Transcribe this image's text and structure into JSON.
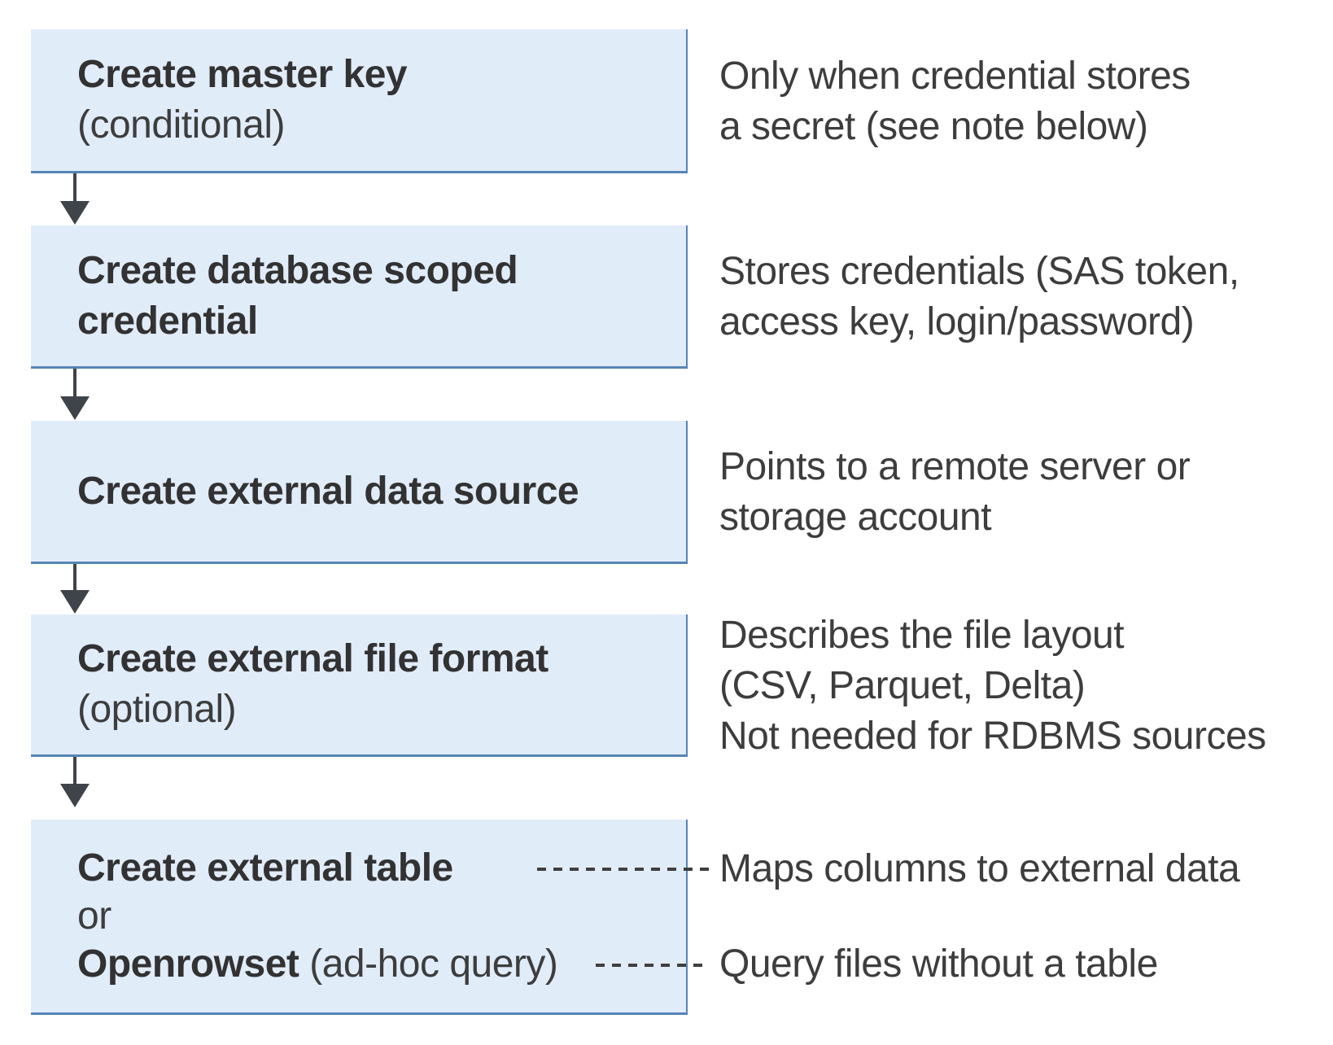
{
  "colors": {
    "box_fill": "#e1ecf9",
    "box_border": "#5585b5",
    "arrow": "#3f444b",
    "dash": "#3f3f3f",
    "text": "#3d3d3d",
    "bold_text": "#323232"
  },
  "boxes": [
    {
      "name": "create-master-key",
      "lines": [
        {
          "bold": "Create master key"
        },
        {
          "regular": "(conditional)"
        }
      ]
    },
    {
      "name": "create-database-scoped-credential",
      "lines": [
        {
          "bold": "Create database scoped"
        },
        {
          "bold": "credential"
        }
      ]
    },
    {
      "name": "create-external-data-source",
      "lines": [
        {
          "bold": "Create external data source"
        }
      ]
    },
    {
      "name": "create-external-file-format",
      "lines": [
        {
          "bold": "Create external file format"
        },
        {
          "regular": "(optional)"
        }
      ]
    },
    {
      "name": "create-external-table-or-openrowset",
      "lines": [
        {
          "bold": "Create external table"
        },
        {
          "regular": "or"
        },
        {
          "bold": "Openrowset",
          "regular": " (ad-hoc query)"
        }
      ]
    }
  ],
  "annotations": [
    {
      "lines": [
        "Only when credential stores",
        "a secret (see note below)"
      ]
    },
    {
      "lines": [
        "Stores credentials (SAS token,",
        "access key, login/password)"
      ]
    },
    {
      "lines": [
        "Points to a remote server or",
        "storage account"
      ]
    },
    {
      "lines": [
        "Describes the file layout",
        "(CSV, Parquet, Delta)",
        "Not needed for RDBMS sources"
      ]
    },
    {
      "lines": [
        "Maps columns to external data"
      ]
    },
    {
      "lines": [
        "Query files without a table"
      ]
    }
  ]
}
